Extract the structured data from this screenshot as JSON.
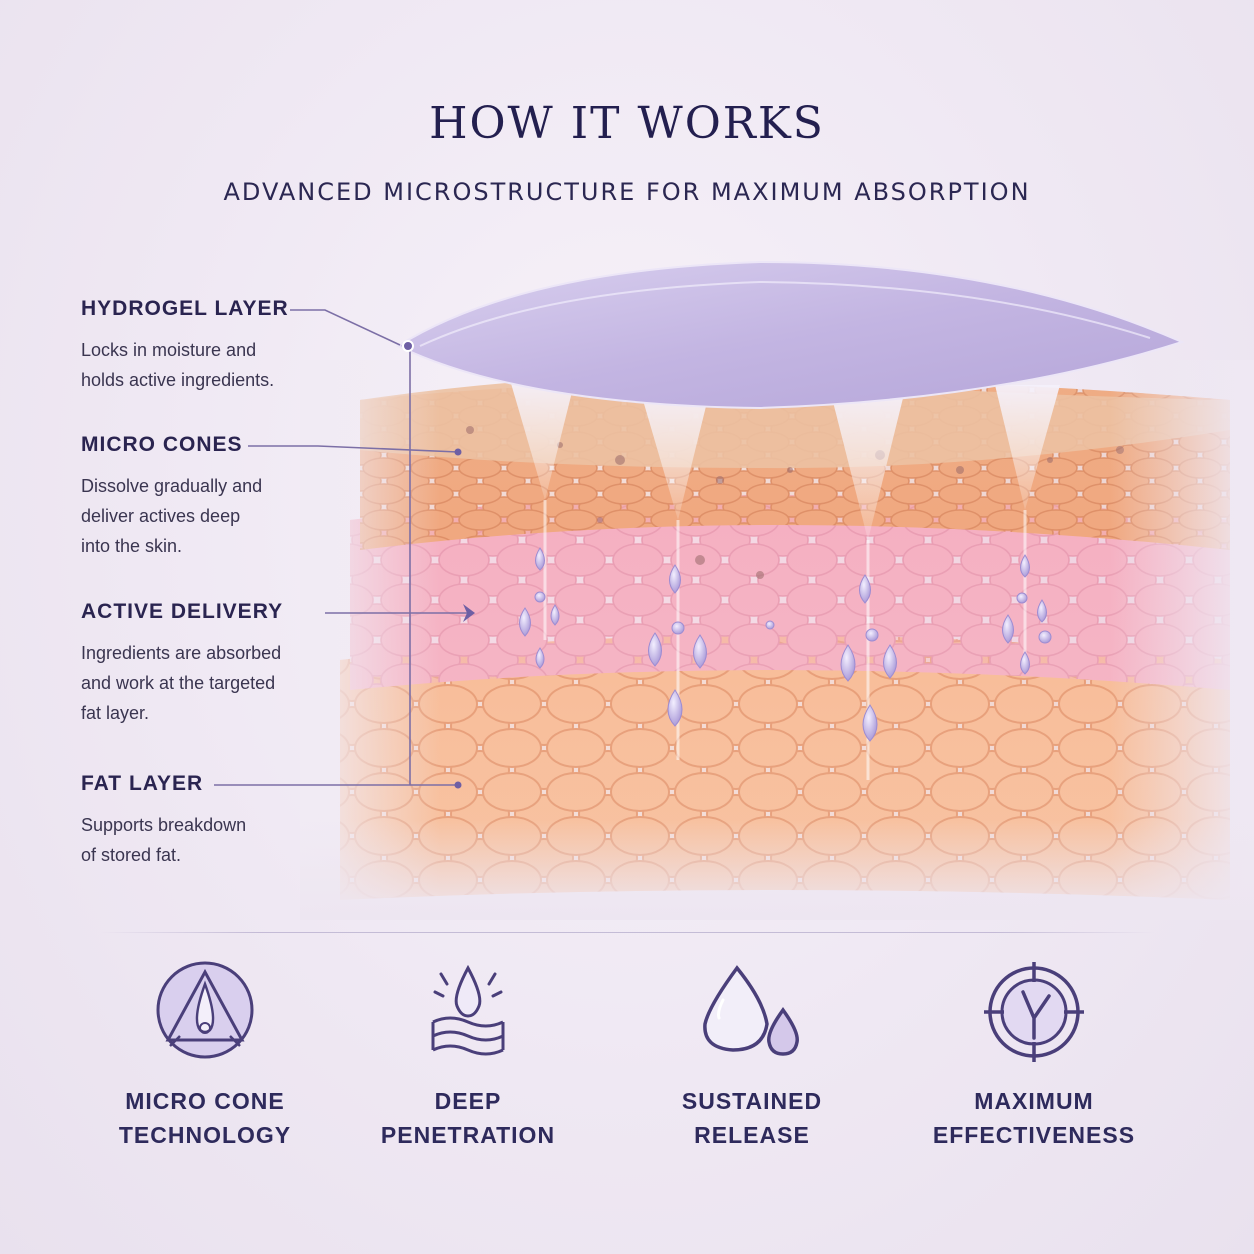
{
  "header": {
    "title": "HOW IT WORKS",
    "subtitle": "ADVANCED MICROSTRUCTURE FOR MAXIMUM ABSORPTION"
  },
  "labels": [
    {
      "heading": "HYDROGEL LAYER",
      "text": "Locks in moisture and\nholds active ingredients."
    },
    {
      "heading": "MICRO CONES",
      "text": "Dissolve gradually and\ndeliver actives deep\ninto the skin."
    },
    {
      "heading": "ACTIVE DELIVERY",
      "text": "Ingredients are absorbed\nand work at the targeted\nfat layer."
    },
    {
      "heading": "FAT LAYER",
      "text": "Supports breakdown\nof stored fat."
    }
  ],
  "features": [
    {
      "icon": "micro-cone-icon",
      "line1": "MICRO CONE",
      "line2": "TECHNOLOGY"
    },
    {
      "icon": "droplet-layers-icon",
      "line1": "DEEP",
      "line2": "PENETRATION"
    },
    {
      "icon": "sustained-drops-icon",
      "line1": "SUSTAINED",
      "line2": "RELEASE"
    },
    {
      "icon": "target-crosshair-icon",
      "line1": "MAXIMUM",
      "line2": "EFFECTIVENESS"
    }
  ],
  "colors": {
    "text": "#2a2450",
    "hydrogel": "#c9bde3",
    "skin": "#f0b089",
    "dermis": "#f4b6c3",
    "fat": "#f4b48e",
    "icon": "#4a3f7a"
  }
}
